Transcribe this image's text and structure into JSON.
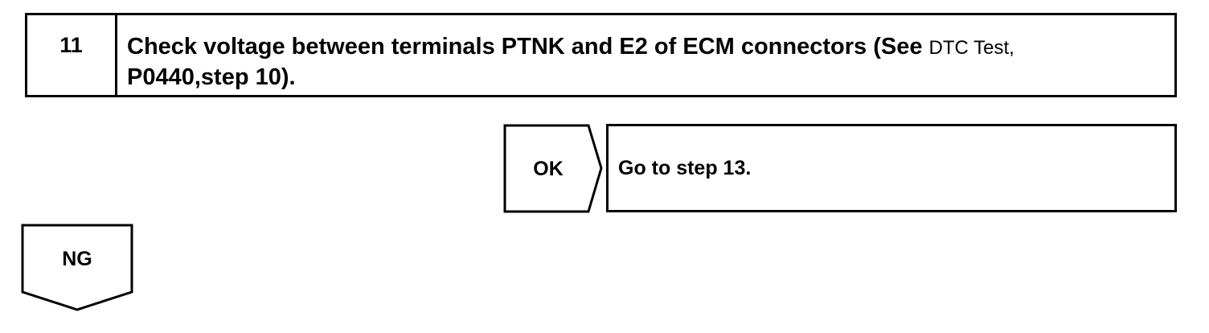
{
  "step": {
    "number": "11",
    "text_main": "Check voltage between terminals PTNK and E2 of ECM connectors (See ",
    "text_ref": "DTC Test,",
    "text_end": "P0440,step 10)."
  },
  "ok_branch": {
    "label": "OK",
    "result": "Go to step 13."
  },
  "ng_branch": {
    "label": "NG"
  }
}
